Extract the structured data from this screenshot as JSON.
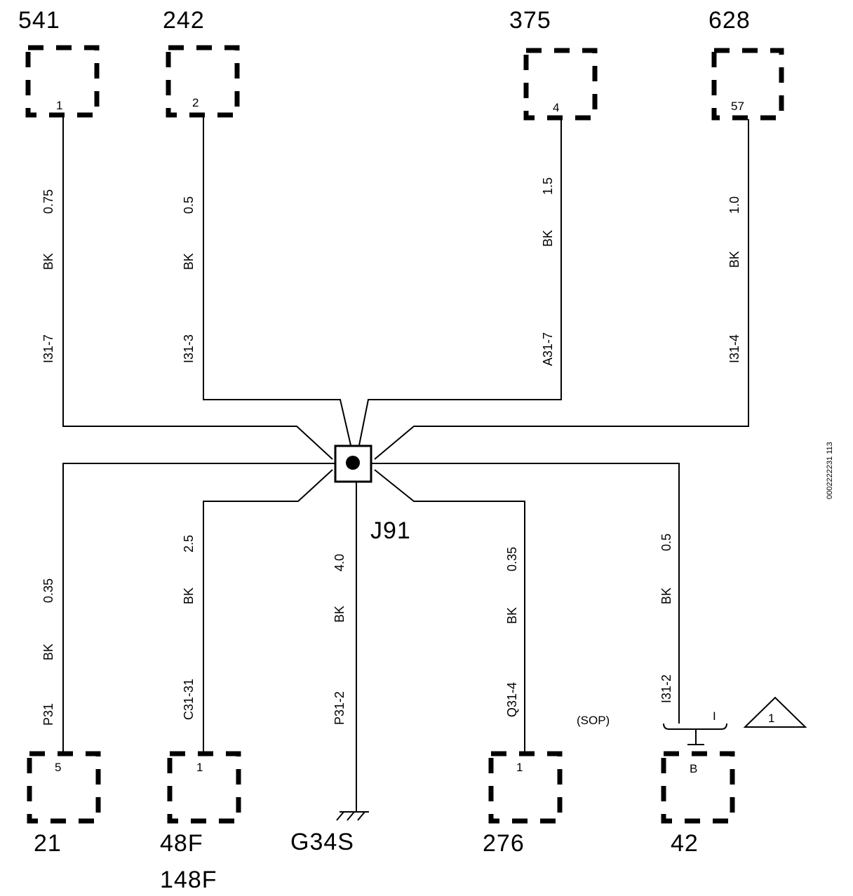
{
  "splice": {
    "label": "J91"
  },
  "ground": {
    "label": "G34S"
  },
  "doc_code": "0002222231 113",
  "note": {
    "text": "(SOP)",
    "marker": "1",
    "bracket_mark": "I"
  },
  "top_connectors": [
    {
      "id": "541",
      "pin": "1",
      "size": "0.75",
      "color": "BK",
      "code": "I31-7"
    },
    {
      "id": "242",
      "pin": "2",
      "size": "0.5",
      "color": "BK",
      "code": "I31-3"
    },
    {
      "id": "375",
      "pin": "4",
      "size": "1.5",
      "color": "BK",
      "code": "A31-7"
    },
    {
      "id": "628",
      "pin": "57",
      "size": "1.0",
      "color": "BK",
      "code": "I31-4"
    }
  ],
  "bottom_connectors": [
    {
      "id": "21",
      "pin": "5",
      "size": "0.35",
      "color": "BK",
      "code": "P31"
    },
    {
      "id": "48F",
      "id2": "148F",
      "pin": "1",
      "size": "2.5",
      "color": "BK",
      "code": "C31-31"
    },
    {
      "id": "276",
      "pin": "1",
      "size": "0.35",
      "color": "BK",
      "code": "Q31-4"
    },
    {
      "id": "42",
      "pin": "B",
      "size": "0.5",
      "color": "BK",
      "code": "I31-2"
    }
  ],
  "ground_wire": {
    "size": "4.0",
    "color": "BK",
    "code": "P31-2"
  }
}
